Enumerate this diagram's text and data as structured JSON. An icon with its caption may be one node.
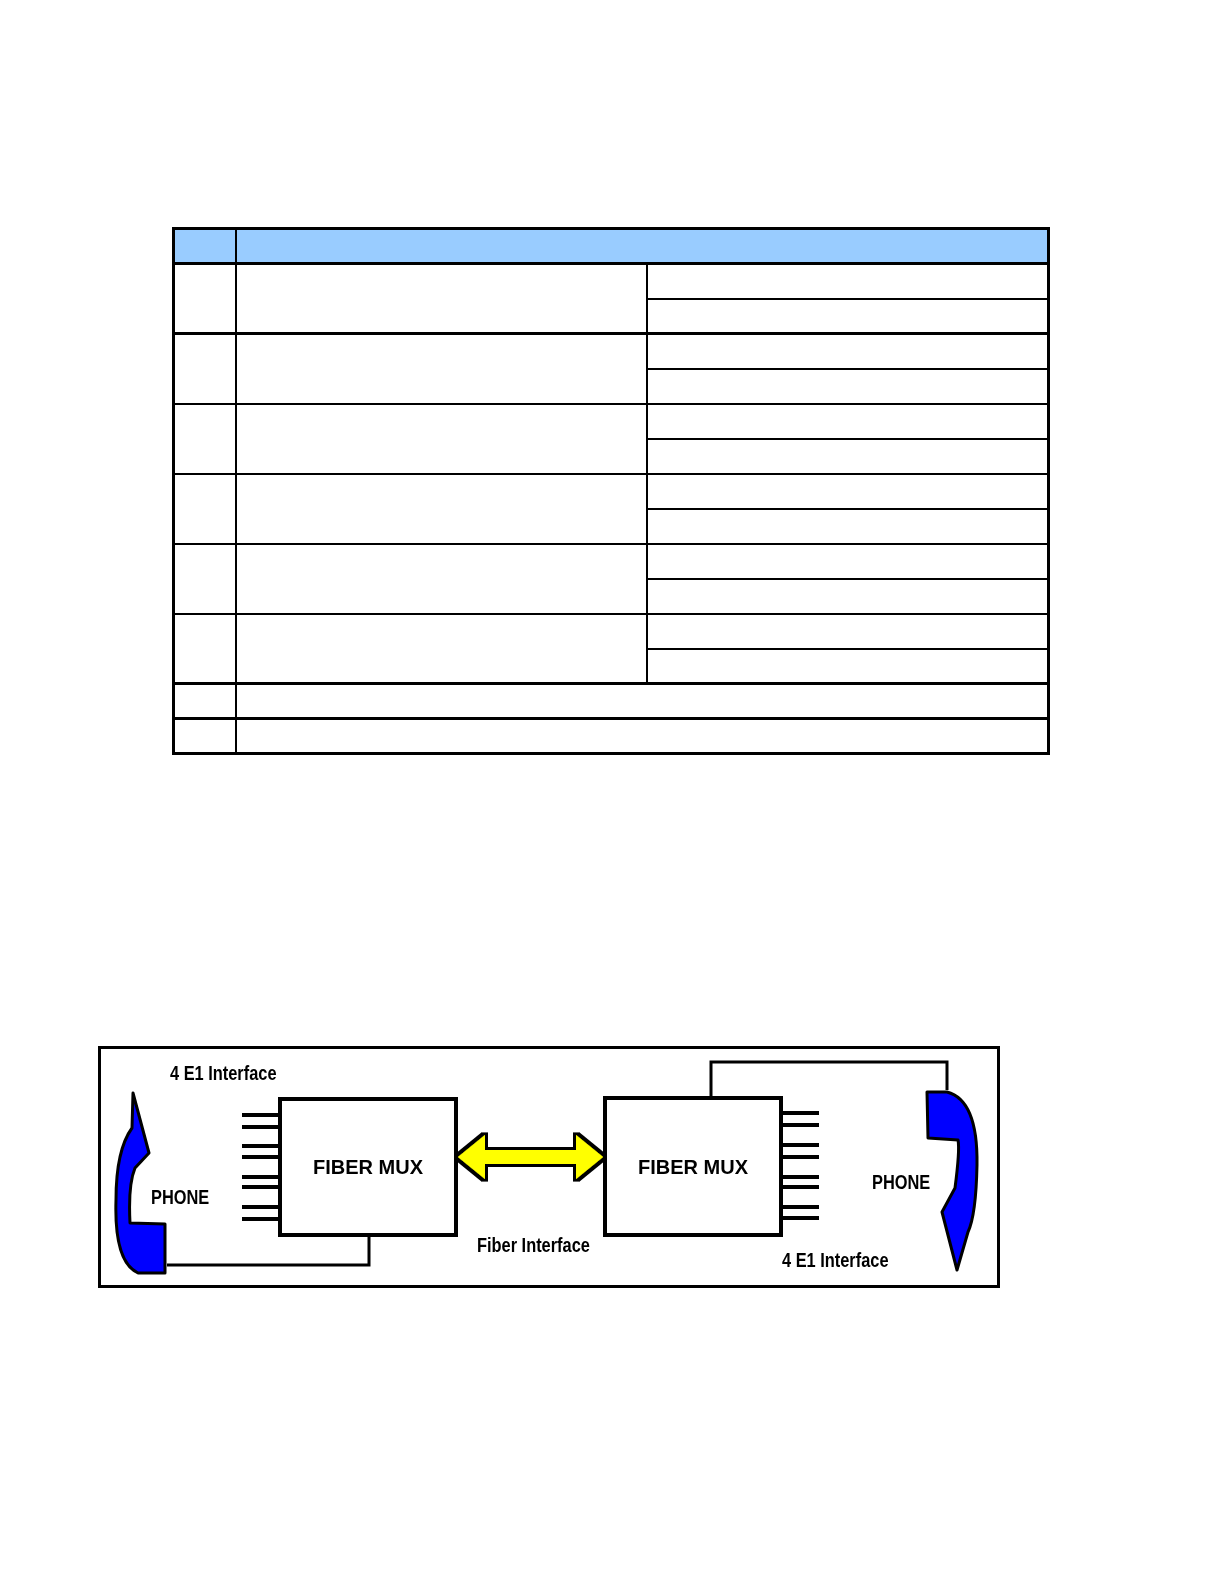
{
  "diagram": {
    "nodes": [
      {
        "text": [],
        "shape": "box"
      },
      {
        "text": [],
        "shape": "picture",
        "in": 0,
        "beside": [
          "PHONE"
        ]
      },
      {
        "text": [
          "FIBER MUX"
        ],
        "in": 0,
        "beside": [
          "4 E1 Interface"
        ]
      },
      {
        "text": [
          "FIBER MUX"
        ],
        "in": 0,
        "beside": [
          "4 E1 Interface"
        ]
      },
      {
        "text": [],
        "shape": "picture",
        "in": 0,
        "beside": [
          "PHONE"
        ]
      }
    ],
    "edges": [
      {
        "from": 1,
        "to": 2,
        "arrow": "none"
      },
      {
        "from": 2,
        "to": 3,
        "arrow": "both",
        "label": "Fiber Interface",
        "style": "thick",
        "color": "#ffff00"
      },
      {
        "from": 3,
        "to": 4,
        "arrow": "none"
      }
    ]
  }
}
